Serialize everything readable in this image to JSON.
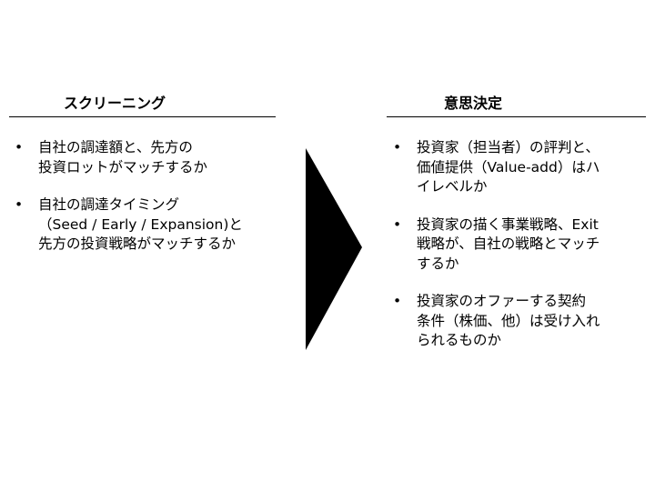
{
  "left": {
    "title": "スクリーニング",
    "bullets": [
      {
        "lines": [
          "自社の調達額と、先方の",
          "投資ロットがマッチするか"
        ]
      },
      {
        "lines": [
          "自社の調達タイミング",
          "（Seed / Early / Expansion)と",
          "先方の投資戦略がマッチするか"
        ]
      }
    ]
  },
  "right": {
    "title": "意思決定",
    "bullets": [
      {
        "lines": [
          "投資家（担当者）の評判と、",
          "価値提供（Value-add）はハ",
          "イレベルか"
        ]
      },
      {
        "lines": [
          "投資家の描く事業戦略、Exit",
          "戦略が、自社の戦略とマッチ",
          "するか"
        ]
      },
      {
        "lines": [
          "投資家のオファーする契約",
          "条件（株価、他）は受け入れ",
          "られるものか"
        ]
      }
    ]
  },
  "bullet_char": "•",
  "icons": {
    "arrow": "chevron-right-arrow-icon"
  },
  "colors": {
    "text": "#000000",
    "arrow": "#000000",
    "background": "#ffffff"
  }
}
